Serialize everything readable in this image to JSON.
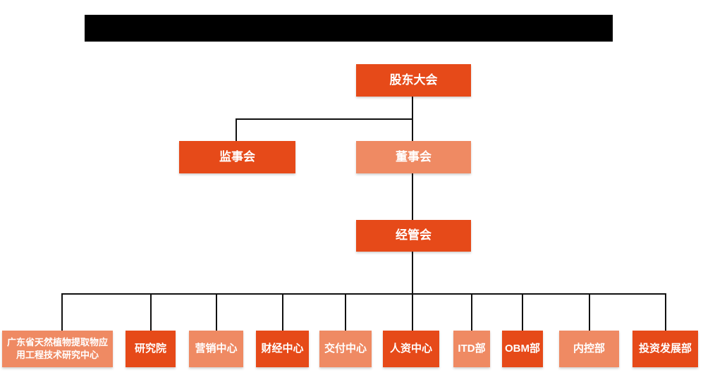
{
  "colors": {
    "primary": "#E64A19",
    "secondary": "#EF8A63",
    "line": "#111111",
    "node_text": "#ffffff",
    "redaction": "#000000",
    "background": "#ffffff"
  },
  "header": {
    "redacted_title_bar": ""
  },
  "org_chart": {
    "root": {
      "label": "股东大会",
      "variant": "primary"
    },
    "level2": [
      {
        "label": "监事会",
        "variant": "primary"
      },
      {
        "label": "董事会",
        "variant": "secondary"
      }
    ],
    "level3": {
      "label": "经管会",
      "variant": "primary"
    },
    "departments": [
      {
        "label": "广东省天然植物提取物应用工程技术研究中心",
        "variant": "secondary"
      },
      {
        "label": "研究院",
        "variant": "primary"
      },
      {
        "label": "营销中心",
        "variant": "secondary"
      },
      {
        "label": "财经中心",
        "variant": "primary"
      },
      {
        "label": "交付中心",
        "variant": "secondary"
      },
      {
        "label": "人资中心",
        "variant": "primary"
      },
      {
        "label": "ITD部",
        "variant": "secondary"
      },
      {
        "label": "OBM部",
        "variant": "primary"
      },
      {
        "label": "内控部",
        "variant": "secondary"
      },
      {
        "label": "投资发展部",
        "variant": "primary"
      }
    ]
  }
}
